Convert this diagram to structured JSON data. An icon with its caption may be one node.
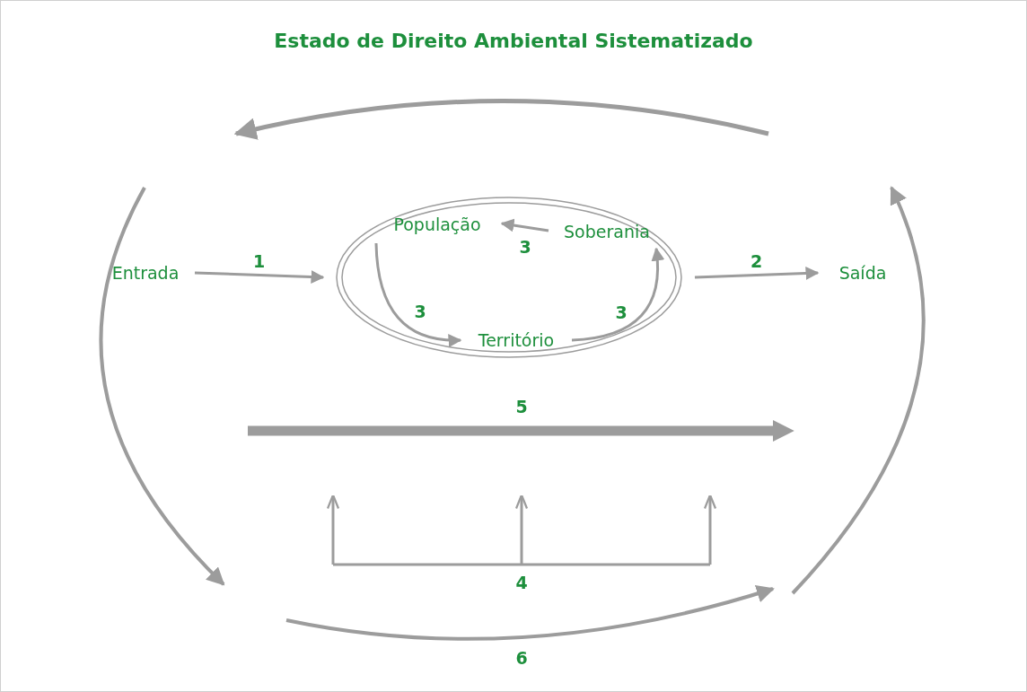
{
  "diagram": {
    "title": "Estado de Direito Ambiental Sistematizado",
    "nodes": [
      {
        "text": [
          "Entrada"
        ]
      },
      {
        "text": [],
        "shape": "ellipse"
      },
      {
        "text": [
          "População"
        ],
        "in": 1
      },
      {
        "text": [
          "Soberania"
        ],
        "in": 1
      },
      {
        "text": [
          "Território"
        ],
        "in": 1
      },
      {
        "text": [
          "Saída"
        ]
      }
    ],
    "edges": [
      {
        "from": 0,
        "to": 1,
        "arrow": "to",
        "label": "1"
      },
      {
        "from": 1,
        "to": 5,
        "arrow": "to",
        "label": "2"
      },
      {
        "from": 3,
        "to": 2,
        "arrow": "to",
        "label": "3"
      },
      {
        "from": 2,
        "to": 4,
        "arrow": "to",
        "label": "3"
      },
      {
        "from": 4,
        "to": 3,
        "arrow": "to",
        "label": "3"
      }
    ],
    "labels": [
      "5",
      "4",
      "6"
    ]
  }
}
